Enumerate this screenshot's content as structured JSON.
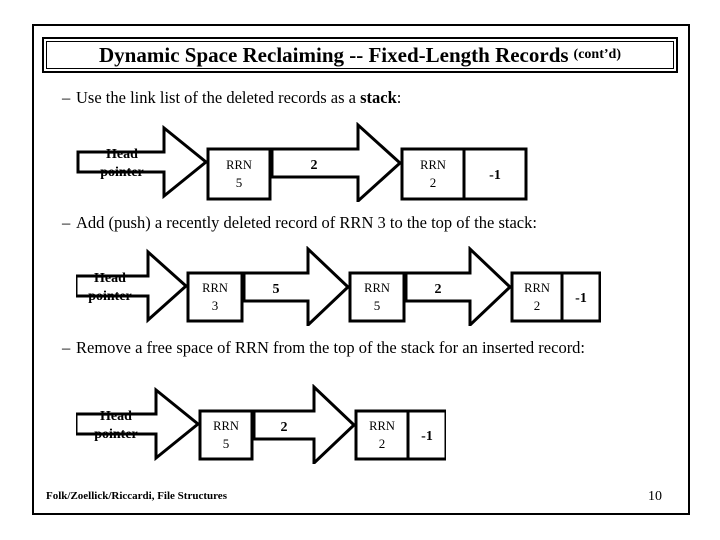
{
  "slide": {
    "title_main": "Dynamic Space Reclaiming -- Fixed-Length Records",
    "title_sub": "(cont’d)",
    "page_number": "10",
    "credit": "Folk/Zoellick/Riccardi, File Structures",
    "dash_marker": "–",
    "accent_color": "#000000",
    "background_color": "#ffffff"
  },
  "bullets": [
    {
      "id": "bullet-1",
      "text_before": "Use the link list of the deleted records as a ",
      "text_bold": "stack",
      "text_after": ":"
    },
    {
      "id": "bullet-2",
      "text_before": "Add (push) a recently deleted record of RRN 3 to the top of the stack:",
      "text_bold": "",
      "text_after": ""
    },
    {
      "id": "bullet-3",
      "text_before": "Remove a free space of RRN from the top of the stack for an inserted record:",
      "text_bold": "",
      "text_after": ""
    }
  ],
  "diagrams": [
    {
      "id": "diagram-1",
      "caption": "stack-after-deletions",
      "head_pointer_label_line1": "Head",
      "head_pointer_label_line2": "pointer",
      "nodes": [
        {
          "rrn_label": "RRN",
          "rrn_value": "5",
          "link_value": "2",
          "link_is_arrow": true
        },
        {
          "rrn_label": "RRN",
          "rrn_value": "2",
          "link_value": "-1",
          "link_is_arrow": false
        }
      ]
    },
    {
      "id": "diagram-2",
      "caption": "stack-after-push-rrn-3",
      "head_pointer_label_line1": "Head",
      "head_pointer_label_line2": "pointer",
      "nodes": [
        {
          "rrn_label": "RRN",
          "rrn_value": "3",
          "link_value": "5",
          "link_is_arrow": true
        },
        {
          "rrn_label": "RRN",
          "rrn_value": "5",
          "link_value": "2",
          "link_is_arrow": true
        },
        {
          "rrn_label": "RRN",
          "rrn_value": "2",
          "link_value": "-1",
          "link_is_arrow": false
        }
      ]
    },
    {
      "id": "diagram-3",
      "caption": "stack-after-pop",
      "head_pointer_label_line1": "Head",
      "head_pointer_label_line2": "pointer",
      "nodes": [
        {
          "rrn_label": "RRN",
          "rrn_value": "5",
          "link_value": "2",
          "link_is_arrow": true
        },
        {
          "rrn_label": "RRN",
          "rrn_value": "2",
          "link_value": "-1",
          "link_is_arrow": false
        }
      ]
    }
  ]
}
